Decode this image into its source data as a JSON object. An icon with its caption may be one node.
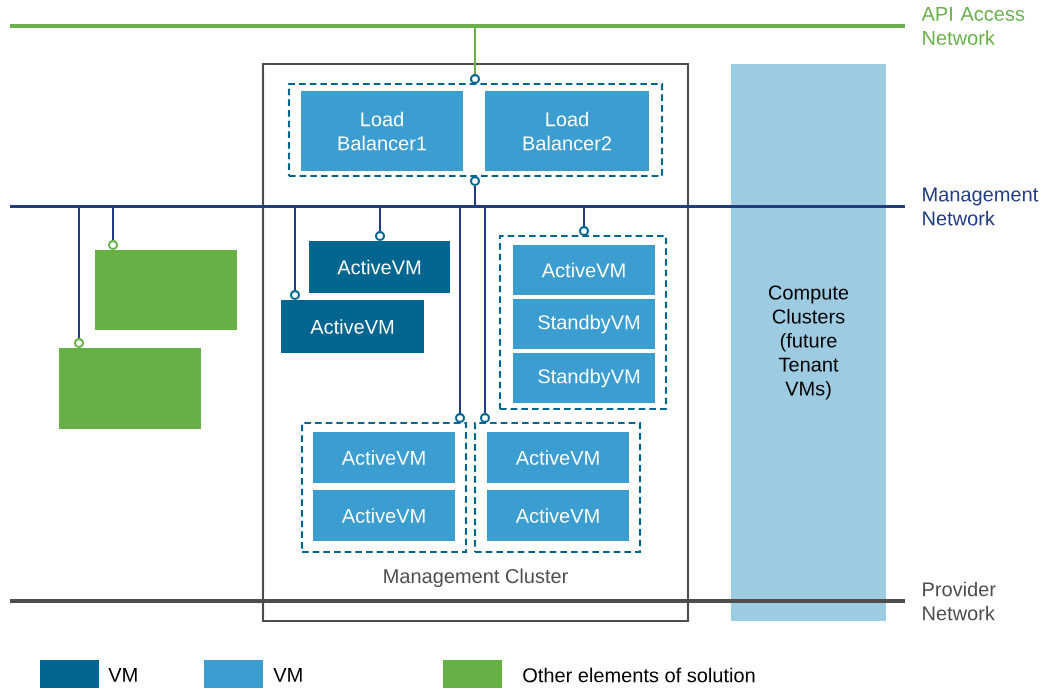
{
  "diagram": {
    "nodes": [
      {
        "text": [],
        "shape": "bar",
        "beside": [
          "API Access Network"
        ]
      },
      {
        "text": [],
        "shape": "bar",
        "beside": [
          "Management Network"
        ]
      },
      {
        "text": [],
        "shape": "bar",
        "beside": [
          "Provider Network"
        ]
      },
      {
        "text": [
          "Management Cluster"
        ]
      },
      {
        "text": [],
        "shape": "box",
        "in": 3
      },
      {
        "text": [
          "Load Balancer1"
        ],
        "in": 4
      },
      {
        "text": [
          "Load Balancer2"
        ],
        "in": 4
      },
      {
        "text": [],
        "shape": "box"
      },
      {
        "text": [],
        "shape": "box"
      },
      {
        "text": [
          "ActiveVM"
        ],
        "in": 3
      },
      {
        "text": [
          "ActiveVM"
        ],
        "in": 3
      },
      {
        "text": [],
        "shape": "box",
        "in": 3
      },
      {
        "text": [
          "ActiveVM"
        ],
        "in": 11
      },
      {
        "text": [
          "StandbyVM"
        ],
        "in": 11
      },
      {
        "text": [
          "StandbyVM"
        ],
        "in": 11
      },
      {
        "text": [],
        "shape": "box",
        "in": 3
      },
      {
        "text": [
          "ActiveVM"
        ],
        "in": 15
      },
      {
        "text": [
          "ActiveVM"
        ],
        "in": 15
      },
      {
        "text": [],
        "shape": "box",
        "in": 3
      },
      {
        "text": [
          "ActiveVM"
        ],
        "in": 18
      },
      {
        "text": [
          "ActiveVM"
        ],
        "in": 18
      },
      {
        "text": [
          "Compute Clusters (future Tenant VMs)"
        ]
      },
      {
        "text": [],
        "shape": "circle",
        "in": 3
      },
      {
        "text": [],
        "shape": "circle",
        "in": 3
      },
      {
        "text": [],
        "shape": "circle"
      },
      {
        "text": [],
        "shape": "circle"
      },
      {
        "text": [],
        "shape": "circle",
        "in": 3
      },
      {
        "text": [],
        "shape": "circle",
        "in": 3
      },
      {
        "text": [],
        "shape": "circle",
        "in": 3
      },
      {
        "text": [],
        "shape": "circle",
        "in": 3
      },
      {
        "text": [],
        "shape": "circle",
        "in": 3
      }
    ],
    "edges": [
      {
        "from": 0,
        "to": 22,
        "arrow": "none",
        "color": "#6ab04c"
      },
      {
        "from": 1,
        "to": 23,
        "arrow": "none"
      },
      {
        "from": 1,
        "to": 24,
        "arrow": "none"
      },
      {
        "from": 1,
        "to": 25,
        "arrow": "none"
      },
      {
        "from": 1,
        "to": 26,
        "arrow": "none"
      },
      {
        "from": 1,
        "to": 27,
        "arrow": "none"
      },
      {
        "from": 1,
        "to": 28,
        "arrow": "none"
      },
      {
        "from": 1,
        "to": 29,
        "arrow": "none"
      },
      {
        "from": 1,
        "to": 30,
        "arrow": "none"
      }
    ],
    "legend": [
      {
        "text": "VM",
        "color": "#006690"
      },
      {
        "text": "VM",
        "color": "#3c9dd0"
      },
      {
        "text": "Other elements of solution",
        "color": "#67b045"
      }
    ]
  }
}
